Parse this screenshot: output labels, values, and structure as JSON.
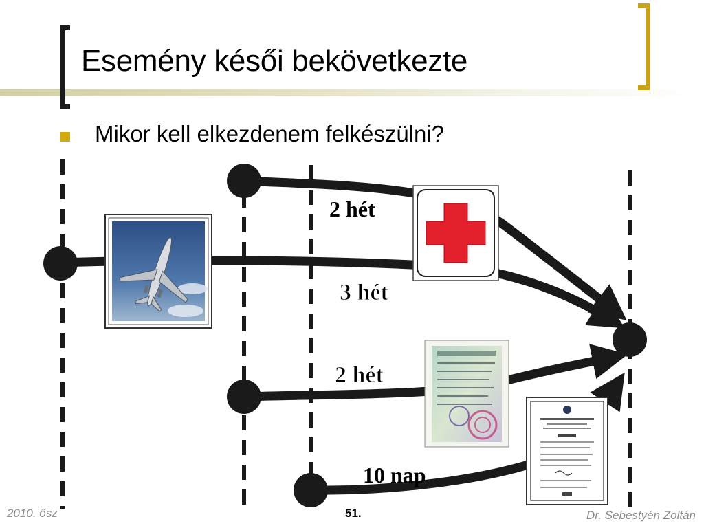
{
  "slide": {
    "title": "Esemény késői bekövetkezte",
    "bullet": "Mikor kell elkezdenem felkészülni?"
  },
  "diagram": {
    "labels": {
      "first_aid": "2 hét",
      "flight": "3 hét",
      "visa": "2 hét",
      "certificate": "10 nap"
    },
    "images": {
      "flight": "airplane-photo",
      "first_aid": "red-cross-sign",
      "visa": "visa-document",
      "certificate": "charter-certificate"
    }
  },
  "footer": {
    "left": "2010. ősz",
    "page": "51.",
    "right": "Dr. Sebestyén Zoltán"
  },
  "colors": {
    "accent": "#d4a90c",
    "bracket_left": "#1a1a1a",
    "bracket_right": "#c9a216",
    "cross": "#e3202b",
    "arrows": "#1a1a1a"
  }
}
